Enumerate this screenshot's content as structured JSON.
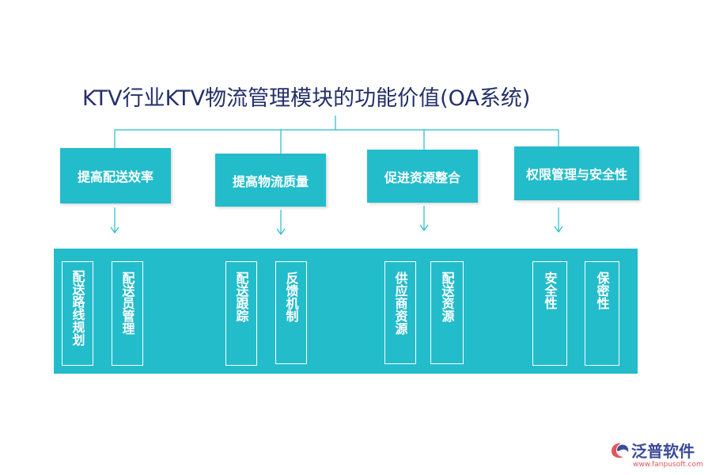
{
  "title": "KTV行业KTV物流管理模块的功能价值(OA系统)",
  "colors": {
    "box": "#23bccb",
    "title": "#24306a",
    "line": "#23bccb",
    "logo_text": "#3b4a9a",
    "logo_url": "#e2565b"
  },
  "categories": [
    {
      "label": "提高配送效率",
      "items": [
        "配送路线规划",
        "配送员管理"
      ]
    },
    {
      "label": "提高物流质量",
      "items": [
        "配送跟踪",
        "反馈机制"
      ]
    },
    {
      "label": "促进资源整合",
      "items": [
        "供应商资源",
        "配送资源"
      ]
    },
    {
      "label": "权限管理与安全性",
      "items": [
        "安全性",
        "保密性"
      ]
    }
  ],
  "logo": {
    "name": "泛普软件",
    "url": "www.fanpusoft.com",
    "icon": "fanpu-logo-icon"
  }
}
